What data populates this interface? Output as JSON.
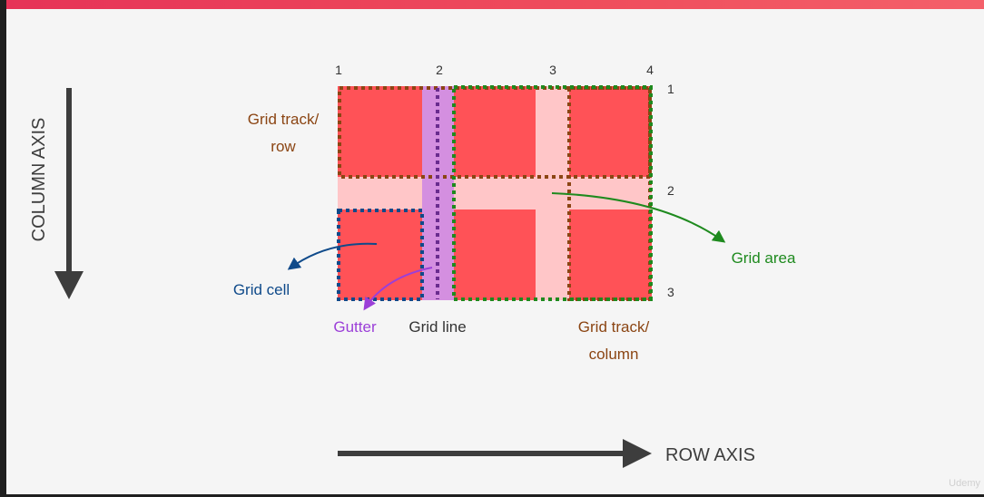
{
  "colors": {
    "accent": "#e63358",
    "cell": "#ff5257",
    "gap": "#ffc6c8",
    "gutter": "#d48fe0",
    "row_track": "#8b4513",
    "grid_area": "#1e8a1e",
    "grid_cell": "#0f4a8a",
    "gutter_label": "#9b3fd8",
    "axis": "#3d3d3d"
  },
  "column_line_numbers": [
    "1",
    "2",
    "3",
    "4"
  ],
  "row_line_numbers": [
    "1",
    "2",
    "3"
  ],
  "axes": {
    "column": "COLUMN AXIS",
    "row": "ROW AXIS"
  },
  "labels": {
    "grid_track_row": [
      "Grid track/",
      "row"
    ],
    "grid_cell": "Grid cell",
    "gutter": "Gutter",
    "grid_line": "Grid line",
    "grid_area": "Grid area",
    "grid_track_column": [
      "Grid track/",
      "column"
    ]
  },
  "watermark": "Udemy"
}
